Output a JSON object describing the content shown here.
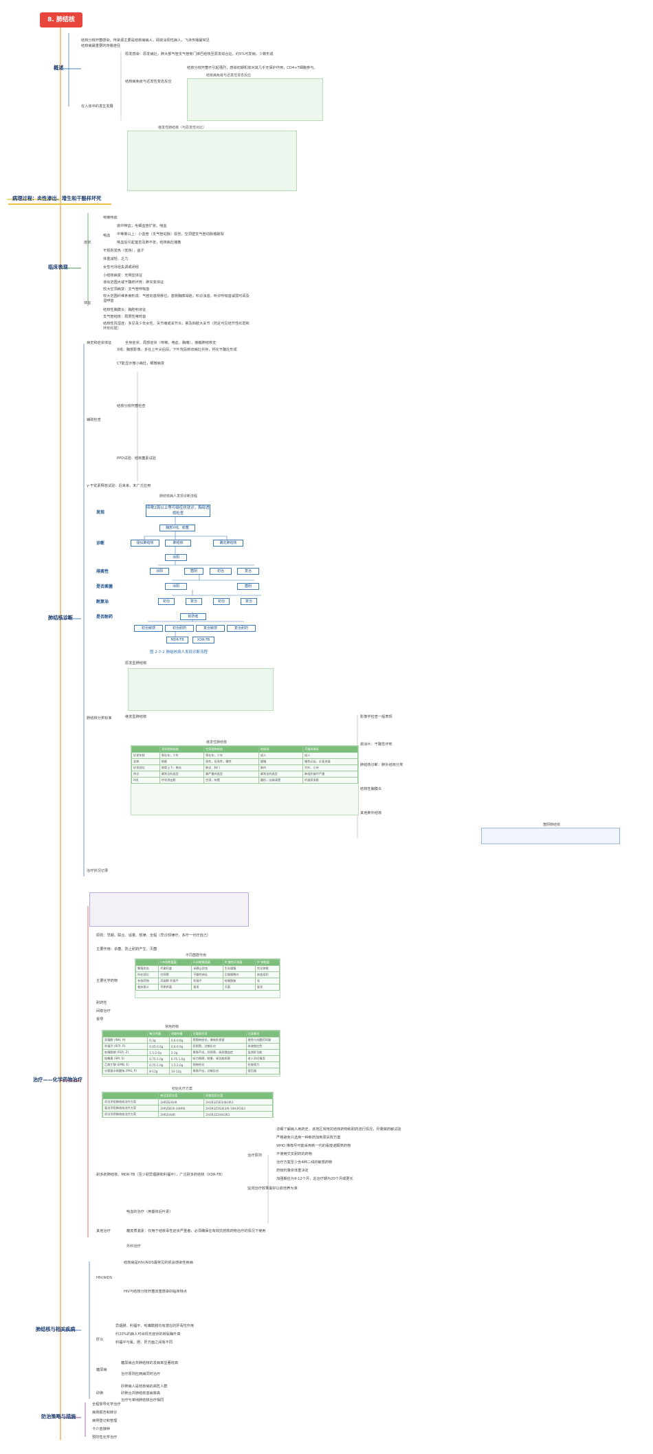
{
  "title": "8. 肺结核",
  "sections": {
    "gaishu": "概述",
    "bingli": "病理过程：炎性渗出、增生和干酪样坏死",
    "linchuang": "临床表现",
    "zhenduan": "肺结核诊断",
    "zhiliao": "治疗——化学药物治疗",
    "xiangguan": "肺结核与相关疾病",
    "fangzhi": "防治策略与措施"
  },
  "gaishu": {
    "intro": "结核分枝杆菌感染，传染源主要是结核病病人，即痰涂阳性病人，飞沫传播最常见",
    "intro2": "结核病最重要的传播途径",
    "person": "在人体中的发生发展",
    "p1": "原发感染：原发病灶，肺大部气管支气管旁门淋巴结核至原发综合征，约5%可发病，少数形成",
    "p2": "结核病免疫与迟发性变态反应",
    "p3": "结核分枝杆菌不引起强烈，感染初期机体对其几乎无保护作用，CD4+T细胞参与。",
    "table1_title": "结核病免疫与迟发性变态反应",
    "table2_title": "继发性肺结核（与原发性对比）"
  },
  "linchuang": {
    "zhengzhuang": "症状",
    "z1": "咳嗽咳痰",
    "z2": "咯血",
    "z2a": "痰中带血；毛细血管扩张、咯血",
    "z2b": "中等量以上：小血管（支气管动脉）损伤，空洞壁支气管动脉瘤破裂",
    "z2c": "咯血后引起窒息及肺不张，结核病灶播散",
    "z3": "不规则发热（低热），盗汗",
    "z4": "体重减轻，乏力",
    "z5": "女性可月经失调或闭经",
    "tizheng": "体征",
    "t1": "小结核病变：无明显体征",
    "t2": "渗出范围大或干酪样坏死：肺实变体征",
    "t3": "较大空洞病变：支气管呼吸音",
    "t4": "较大范围纤维条索形成：气管向患侧移位，患侧胸廓塌陷，叩诊浊音，听诊呼吸音减弱可闻及湿啰音",
    "t5": "结核性胸膜炎：胸腔积液征",
    "t6": "支气管结核：局限性哮鸣音",
    "t7": "结核性风湿症：多见青少年女性，关节痛或关节炎，累及四肢大关节（附近可见结节性红斑和环形红斑）"
  },
  "zhenduan": {
    "a1": "病史和症状体征",
    "a1t": "全身症状，局部症状（咳嗽，咯血，胸痛），接触肺结核史",
    "a2": "辅助检查",
    "a2a": "X线：胸部影像，多在上叶尖后段，下叶背段新旧病灶共存，钙化干酪灶形成",
    "a2b": "CT能显示微小病灶，细微病变",
    "a2c": "结核分枝杆菌检查",
    "a2d": "PPD试验：结核菌素试验",
    "a2e": "γ-干扰素释放试验：近来来，未广泛应用",
    "flow_title": "肺结核病人发现诊断流程",
    "flow_caption": "图 2-7-2  肺结核病人发现诊断流程",
    "flow_rows": [
      "发现",
      "诊断",
      "排痰性",
      "是否痰菌",
      "耐复治",
      "是否耐药"
    ],
    "flow_boxes": [
      "咳嗽2周以上等可疑症状就诊，胸部透视检查",
      "胸部X线、痰菌",
      "肺结核",
      "确定肺结核",
      "涂阳",
      "菌阴",
      "初治",
      "复治",
      "耐药者",
      "耐多药",
      "MDR-TB",
      "XDR-TB",
      "疑似肺结核",
      "初治敏感",
      "初治耐药",
      "复治敏感",
      "复治耐药"
    ],
    "b1": "肺结核分类标准",
    "b2": "原发型肺结核",
    "b3": "继发型肺结核",
    "b4": "治疗状况记录",
    "table3_title": "继发性肺结核",
    "table3_head": [
      "",
      "浸润型肺结核",
      "空洞型肺结核",
      "结核球",
      "干酪样肺炎"
    ],
    "table3_rows": [
      [
        "好发年龄",
        "青壮年，少年",
        "青壮年，少年",
        "成人",
        "成人"
      ],
      [
        "发病",
        "隐匿",
        "急性，亚急性，慢性",
        "缓慢",
        "慢性迁延，反复进展"
      ],
      [
        "好发部位",
        "锁骨上下，肺尖",
        "肺尖、肺门",
        "肺内",
        "大叶、小叶"
      ],
      [
        "特点",
        "最常见的类型",
        "最严重的类型",
        "最常见的类型",
        "肺组织破坏严重"
      ],
      [
        "X线",
        "片状渗出影",
        "空洞，有壁",
        "圆形，边缘清楚",
        "纤维索条影"
      ]
    ],
    "table4_title": "菌阴肺结核",
    "d1": "影像学检查一般表现",
    "d2": "痰涂片：干酪性坏死",
    "d3": "肺结核诊断：肺外结核分类",
    "d4": "结核性胸膜炎",
    "d5": "其他肺外结核"
  },
  "zhiliao": {
    "c1": "原则：早期、联合、适量、规律、全程（早诊规律疗，多疗一代疗自己）",
    "c2": "主要作用：杀菌、防止耐药产生、灭菌",
    "c3": "主要化学药物",
    "c3_title": "不同菌群作用",
    "table5_head": [
      "",
      "I 持续繁殖菌",
      "II 间断繁殖菌",
      "III 酸性环境菌",
      "IV 休眠菌"
    ],
    "table5_rows": [
      [
        "繁殖状态",
        "代谢旺盛",
        "半静止状态",
        "生长缓慢",
        "完全休眠"
      ],
      [
        "所在部位",
        "空洞壁",
        "干酪性病灶",
        "巨噬细胞内",
        "病变组织"
      ],
      [
        "有效药物",
        "异烟肼 利福平",
        "利福平",
        "吡嗪酰胺",
        "无"
      ],
      [
        "临床意义",
        "早期杀菌",
        "复发",
        "灭菌",
        "复发"
      ]
    ],
    "c4": "耐药性",
    "c5": "间歇治疗",
    "c6": "督导",
    "table6_title": "常用药物",
    "table6_head": [
      "",
      "每日剂量",
      "间歇剂量",
      "主要副作用",
      "注意事项"
    ],
    "table6_rows": [
      [
        "异烟肼 (INH, H)",
        "0.3g",
        "0.6-0.8g",
        "周围神经炎，偶有肝损害",
        "避免与抗酸药同服"
      ],
      [
        "利福平 (RFP, R)",
        "0.45-0.6g",
        "0.6-0.9g",
        "肝损害，过敏反应",
        "体液橙红色"
      ],
      [
        "吡嗪酰胺 (PZA, Z)",
        "1.5-2.0g",
        "2-3g",
        "胃肠不适，肝损害，高尿酸血症",
        "监测肝功能"
      ],
      [
        "链霉素 (SM, S)",
        "0.75-1.0g",
        "0.75-1.0g",
        "听力障碍，眩晕，肾功能损害",
        "老人孕妇慎用"
      ],
      [
        "乙胺丁醇 (EMB, E)",
        "0.75-1.0g",
        "1.5-2.0g",
        "视神经炎",
        "检查视力"
      ],
      [
        "对氨基水杨酸钠 (PAS, P)",
        "8-12g",
        "10-12g",
        "胃肠不适，过敏反应",
        "饭后服"
      ]
    ],
    "table7_title": "初始化疗方案",
    "table7_head": [
      "",
      "每日用药方案",
      "间歇用药方案"
    ],
    "table7_rows": [
      [
        "初治涂阳肺结核治疗方案",
        "2HRZE/4HR",
        "2H3R3Z3E3/4H3R3"
      ],
      [
        "复治涂阳肺结核治疗方案",
        "2HRZSE/6-10HRE",
        "2H3R3Z3S3E3/6-10H3R3E3"
      ],
      [
        "初治涂阴肺结核治疗方案",
        "2HRZ/4HR",
        "2H3R3Z3/4H3R3"
      ]
    ],
    "c7": "耐多药肺结核，MDR-TB（至少耐异烟肼和利福平），广泛耐多药结核（XDR-TB）",
    "c8": "治疗原则",
    "c8a": "详细了解病人用药史，该地区常用抗结核药物和耐药流行情况，尽量做药敏试验",
    "c8b": "严格避免只选用一种新药加到原失败方案",
    "c8c": "WHO 推荐尽可能采用新一代的氟喹诺酮类药物",
    "c8d": "不使用交叉耐药的药物",
    "c8e": "治疗方案至少含4种二线的敏感药物",
    "c8f": "药物剂量依体重决定",
    "c8g": "加强期应为9-12个月，总治疗期为20个月或更长",
    "c9": "监测治疗效果最好以痰培养为准",
    "c10": "其他治疗",
    "c10a": "咯血的治疗（用垂体后叶素）",
    "c10b": "糖皮质激素：仅用于结核毒性症状严重者，必须确保在有效抗结核药物治疗的情况下使用",
    "c10c": "外科治疗"
  },
  "xiangguan": {
    "e1": "HIV/AIDS",
    "e1a": "结核病是HIV/AIDS最常见的机会感染性疾病",
    "e1b": "HIV与结核分枝杆菌双重感染的临床特点",
    "e2": "肝炎",
    "e2a": "异烟肼、利福平、吡嗪酰胺均有潜在的肝毒性作用",
    "e2b": "约20%的病人可出现无症状的转氨酶升高",
    "e2c": "利福平与氟、胆、肝方面之间有不同",
    "e3": "糖尿病",
    "e3a": "糖尿病合并肺结核的发病率显著增高",
    "e3b": "治疗原则应两病同时治疗",
    "e4": "矽肺",
    "e4a": "矽肺病人是结核病的高危人群",
    "e4b": "矽肺合并肺结核患病率高",
    "e4c": "治疗与单纯肺结核治疗相同"
  },
  "fangzhi": {
    "f1": "全程督导化学治疗",
    "f2": "病例报告和转诊",
    "f3": "病例登记和管理",
    "f4": "卡介苗接种",
    "f5": "预防性化学治疗"
  },
  "colors": {
    "title_bg": "#e8453c",
    "section_blue": "#1a3a6e",
    "table_green": "#7cbf7c",
    "flow_blue": "#3a78b5"
  }
}
